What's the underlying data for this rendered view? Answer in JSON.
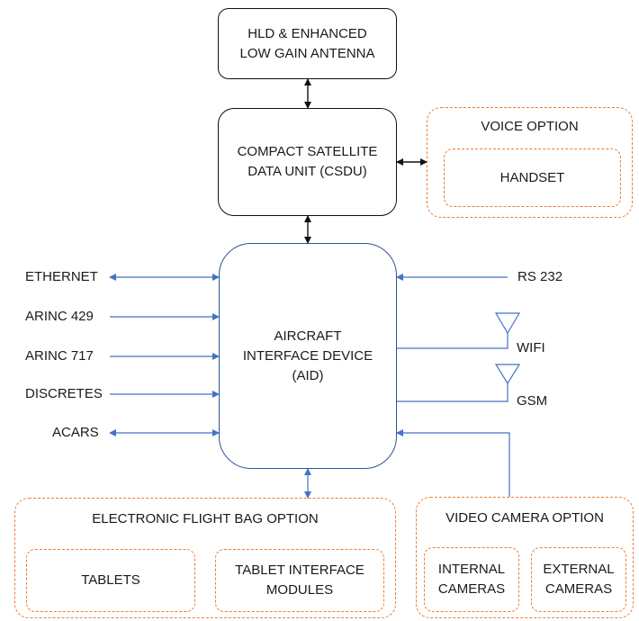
{
  "antenna": {
    "line1": "HLD & ENHANCED",
    "line2": "LOW GAIN ANTENNA"
  },
  "csdu": {
    "line1": "COMPACT SATELLITE",
    "line2": "DATA UNIT (CSDU)"
  },
  "voice": {
    "title": "VOICE OPTION",
    "handset": "HANDSET"
  },
  "aid": {
    "line1": "AIRCRAFT",
    "line2": "INTERFACE DEVICE",
    "line3": "(AID)"
  },
  "left_inputs": [
    "ETHERNET",
    "ARINC 429",
    "ARINC 717",
    "DISCRETES",
    "ACARS"
  ],
  "right_inputs": {
    "rs232": "RS 232",
    "wifi": "WIFI",
    "gsm": "GSM"
  },
  "efb": {
    "title": "ELECTRONIC FLIGHT BAG OPTION",
    "tablets": "TABLETS",
    "tim_line1": "TABLET INTERFACE",
    "tim_line2": "MODULES"
  },
  "video": {
    "title": "VIDEO CAMERA OPTION",
    "internal_line1": "INTERNAL",
    "internal_line2": "CAMERAS",
    "external_line1": "EXTERNAL",
    "external_line2": "CAMERAS"
  },
  "colors": {
    "aid_border": "#2f5597",
    "arrow": "#4472c4",
    "option_border": "#ed7d31",
    "box_border": "#111111"
  }
}
